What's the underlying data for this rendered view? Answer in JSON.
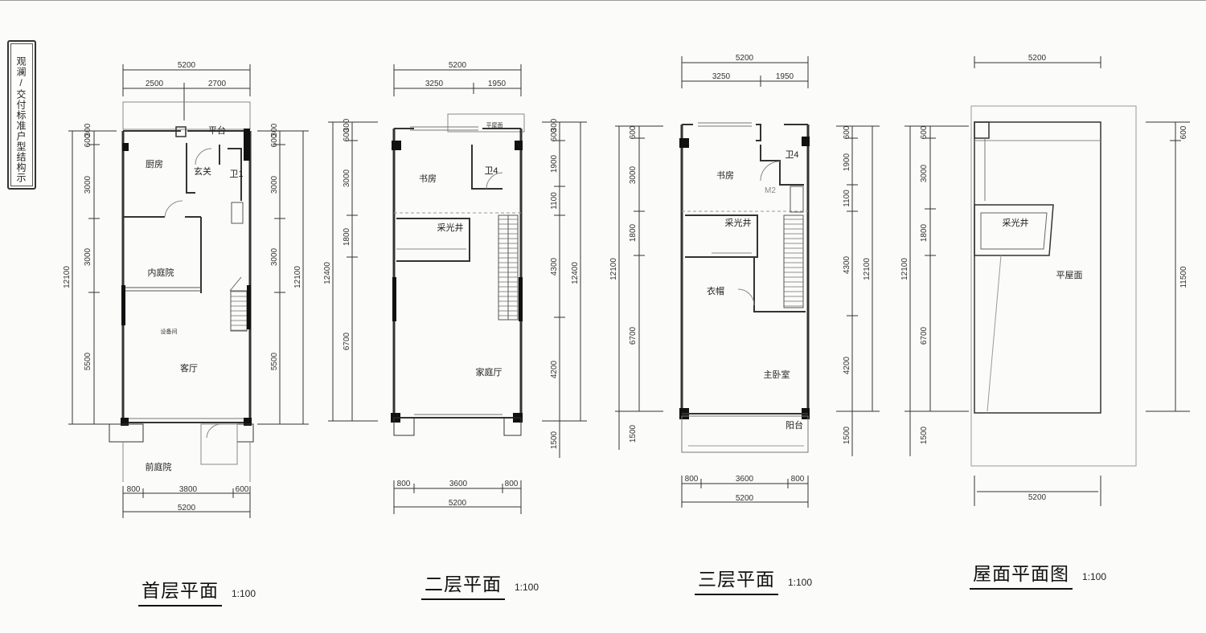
{
  "stamp": {
    "text": "观澜/交付标准户型结构示意图"
  },
  "plans": [
    {
      "title": "首层平面",
      "scale": "1:100",
      "top_dims": [
        "5200",
        "2500",
        "2700"
      ],
      "bottom_dims": [
        "800",
        "3800",
        "600",
        "5200"
      ],
      "left_dims": [
        "600",
        "300",
        "3000",
        "3000",
        "5500",
        "12100"
      ],
      "right_dims": [
        "600",
        "300",
        "3000",
        "3000",
        "5500",
        "12100"
      ],
      "rooms": [
        "平台",
        "厨房",
        "玄关",
        "卫1",
        "内庭院",
        "客厅",
        "前庭院"
      ],
      "notes": [
        "设备间"
      ]
    },
    {
      "title": "二层平面",
      "scale": "1:100",
      "top_dims": [
        "5200",
        "3250",
        "1950"
      ],
      "bottom_dims": [
        "800",
        "3600",
        "800",
        "5200"
      ],
      "left_dims": [
        "600",
        "300",
        "3000",
        "1800",
        "6700",
        "12400"
      ],
      "right_dims": [
        "600",
        "300",
        "1900",
        "1100",
        "4300",
        "4200",
        "1500",
        "12400"
      ],
      "rooms": [
        "书房",
        "卫4",
        "采光井",
        "家庭厅"
      ],
      "notes": [
        "平屋面"
      ]
    },
    {
      "title": "三层平面",
      "scale": "1:100",
      "top_dims": [
        "5200",
        "3250",
        "1950"
      ],
      "bottom_dims": [
        "800",
        "3600",
        "800",
        "5200"
      ],
      "left_dims": [
        "600",
        "3000",
        "1800",
        "6700",
        "1500",
        "12100"
      ],
      "right_dims": [
        "600",
        "1900",
        "1100",
        "4300",
        "4200",
        "1500",
        "12100"
      ],
      "rooms": [
        "书房",
        "卫4",
        "采光井",
        "衣帽",
        "主卧室",
        "阳台"
      ],
      "notes": [
        "M2"
      ]
    },
    {
      "title": "屋面平面图",
      "scale": "1:100",
      "top_dims": [
        "5200"
      ],
      "bottom_dims": [
        "5200"
      ],
      "left_dims": [
        "600",
        "3000",
        "1800",
        "6700",
        "1500",
        "12100"
      ],
      "right_dims": [
        "600",
        "11500"
      ],
      "rooms": [
        "采光井",
        "平屋面"
      ],
      "notes": []
    }
  ]
}
